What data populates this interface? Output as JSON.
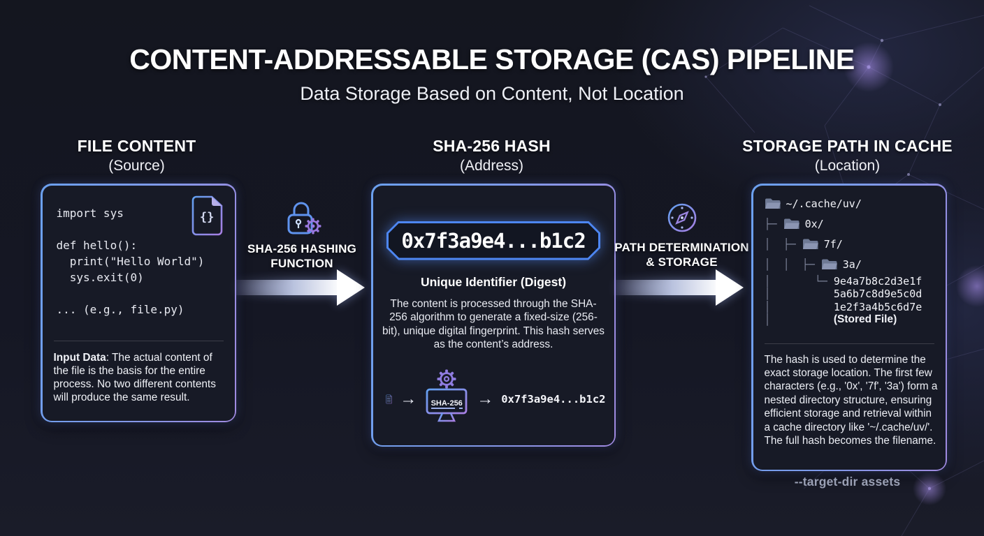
{
  "page": {
    "title": "CONTENT-ADDRESSABLE STORAGE (CAS) PIPELINE",
    "subtitle": "Data Storage Based on Content, Not Location"
  },
  "source_column": {
    "heading": "FILE CONTENT",
    "subheading": "(Source)",
    "code_lines": [
      "import sys",
      "",
      "def hello():",
      "  print(\"Hello World\")",
      "  sys.exit(0)",
      "",
      "... (e.g., file.py)"
    ],
    "file_icon_glyph": "{}",
    "note_label": "Input Data",
    "note_text": ": The actual content of the file is the basis for the entire process. No two different contents will produce the same result."
  },
  "hashing_connector": {
    "label_line1": "SHA-256 HASHING",
    "label_line2": "FUNCTION"
  },
  "hash_column": {
    "heading": "SHA-256 HASH",
    "subheading": "(Address)",
    "hash_value": "0x7f3a9e4...b1c2",
    "digest_label": "Unique Identifier (Digest)",
    "description": "The content is processed through the SHA-256 algorithm to generate a fixed-size (256-bit), unique digital fingerprint. This hash serves as the content’s address.",
    "flow": {
      "arrow_glyph": "→",
      "machine_label": "SHA-256",
      "result": "0x7f3a9e4...b1c2"
    }
  },
  "path_connector": {
    "label_line1": "PATH DETERMINATION",
    "label_line2": "& STORAGE"
  },
  "storage_column": {
    "heading": "STORAGE PATH IN CACHE",
    "subheading": "(Location)",
    "tree_rows": [
      {
        "prefix": "",
        "label": "~/.cache/uv/",
        "folder": true
      },
      {
        "prefix": "├─ ",
        "label": "0x/",
        "folder": true
      },
      {
        "prefix": "│  ├─ ",
        "label": "7f/",
        "folder": true
      },
      {
        "prefix": "│  │  ├─ ",
        "label": "3a/",
        "folder": true
      },
      {
        "prefix": "│       └─ ",
        "label": "9e4a7b8c2d3e1f",
        "folder": false
      },
      {
        "prefix": "│          ",
        "label": "5a6b7c8d9e5c0d",
        "folder": false
      },
      {
        "prefix": "│          ",
        "label": "1e2f3a4b5c6d7e",
        "folder": false
      },
      {
        "prefix": "│          ",
        "label": "(Stored File)",
        "folder": false,
        "bold": true
      }
    ],
    "description": "The hash is used to determine the exact storage location. The first few characters (e.g., '0x', '7f', '3a') form a nested directory structure, ensuring efficient storage and retrieval within a cache directory like '~/.cache/uv/'. The full hash becomes the filename.",
    "footer_flag": "--target-dir assets"
  },
  "colors": {
    "background": "#151724",
    "card_background": "#171a26",
    "border_blue": "#6ba0ee",
    "border_purple": "#a08ae0",
    "pill_border": "#4d86f2",
    "accent_blue": "#5f93ee",
    "accent_purple": "#9a79e0",
    "text_primary": "#f4f5f8",
    "text_muted": "#9aa0b4",
    "tree_line": "#7b8197"
  }
}
